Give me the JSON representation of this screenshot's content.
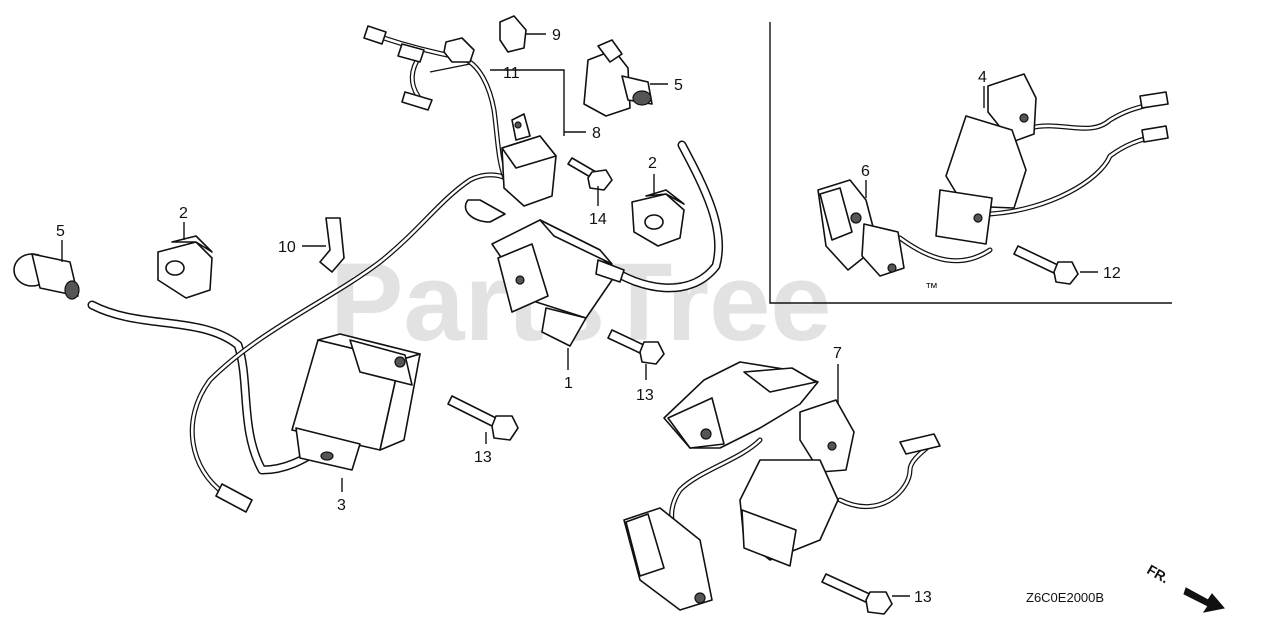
{
  "watermark": "PartsTree",
  "watermark_tm": "™",
  "diagram_code": "Z6C0E2000B",
  "direction_label": "FR.",
  "callouts": {
    "c1": "1",
    "c2a": "2",
    "c2b": "2",
    "c3": "3",
    "c4": "4",
    "c5a": "5",
    "c5b": "5",
    "c6": "6",
    "c7": "7",
    "c8": "8",
    "c9": "9",
    "c10": "10",
    "c11": "11",
    "c12": "12",
    "c13a": "13",
    "c13b": "13",
    "c13c": "13",
    "c14": "14"
  }
}
